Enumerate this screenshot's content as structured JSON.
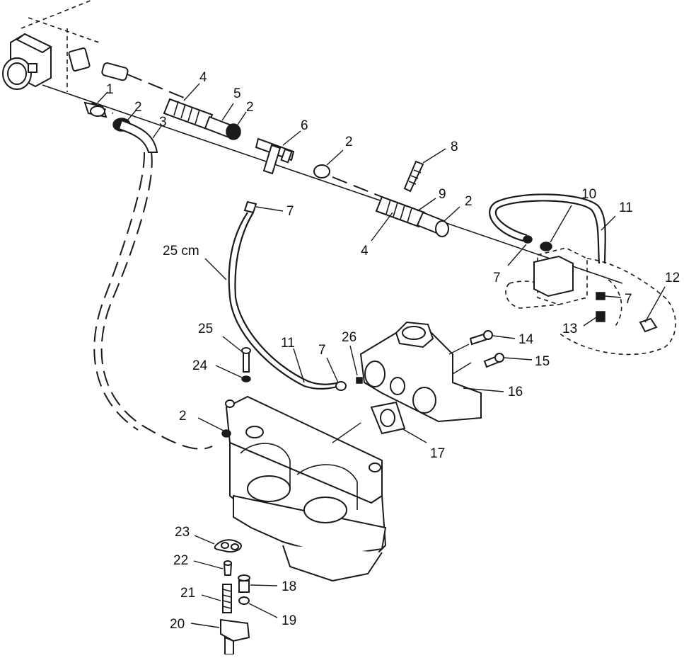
{
  "labels": {
    "l1": "1",
    "l2a": "2",
    "l2b": "2",
    "l2c": "2",
    "l2d": "2",
    "l2e": "2",
    "l3": "3",
    "l4a": "4",
    "l4b": "4",
    "l5": "5",
    "l6": "6",
    "l7a": "7",
    "l7b": "7",
    "l7c": "7",
    "l7d": "7",
    "l8": "8",
    "l9": "9",
    "l10": "10",
    "l11a": "11",
    "l11b": "11",
    "l12": "12",
    "l13": "13",
    "l14": "14",
    "l15": "15",
    "l16": "16",
    "l17": "17",
    "l18": "18",
    "l19": "19",
    "l20": "20",
    "l21": "21",
    "l22": "22",
    "l23": "23",
    "l24": "24",
    "l25": "25",
    "l26": "26",
    "hose_length": "25 cm"
  }
}
